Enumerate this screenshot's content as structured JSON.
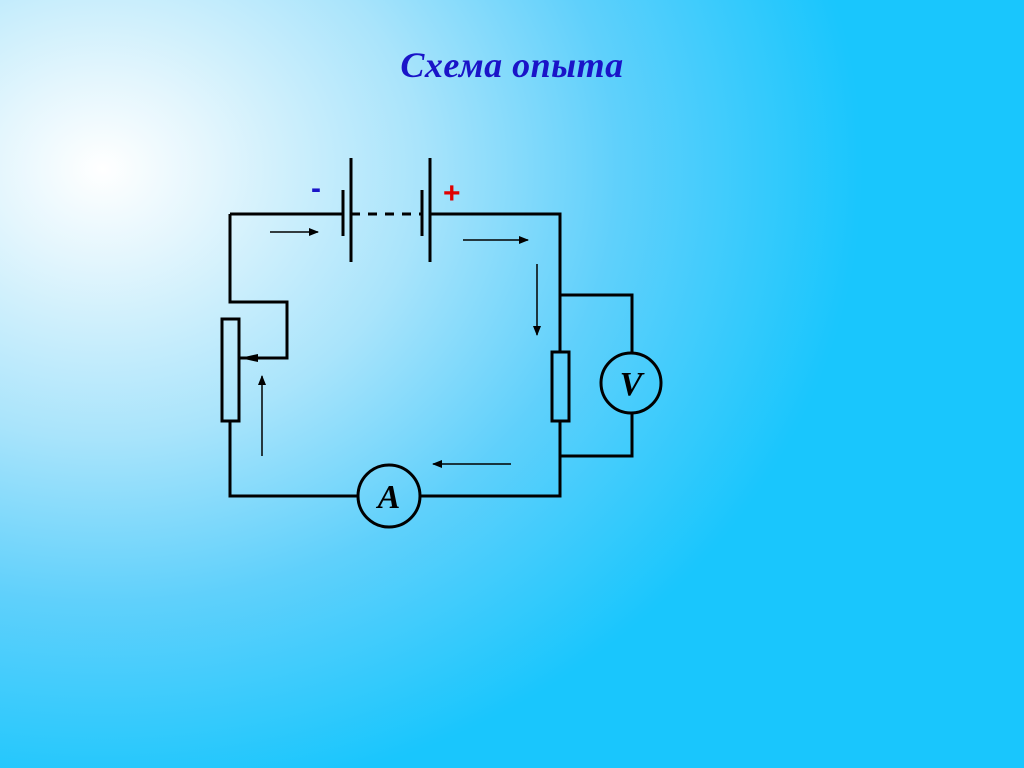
{
  "slide": {
    "title": "Схема опыта"
  },
  "battery": {
    "negative_label": "-",
    "positive_label": "+"
  },
  "voltmeter": {
    "symbol": "V"
  },
  "ammeter": {
    "symbol": "A"
  },
  "colors": {
    "title": "#1a14c8",
    "negative": "#1a14c8",
    "positive": "#e00000",
    "wire": "#000000"
  }
}
